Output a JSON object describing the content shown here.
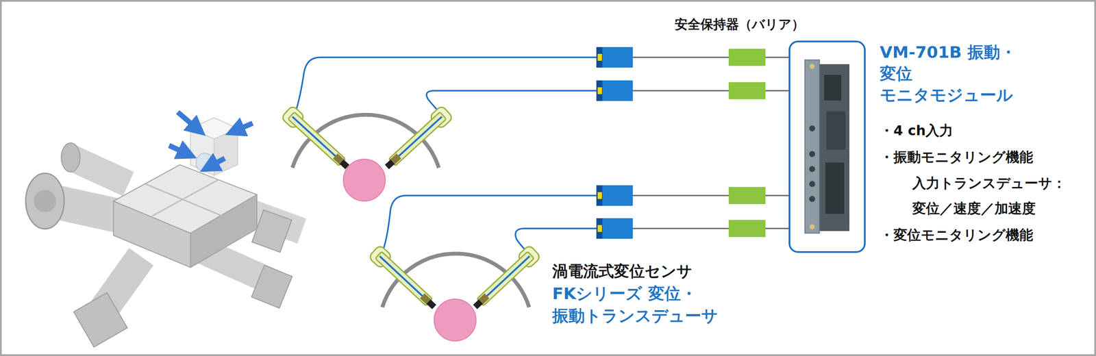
{
  "diagram": {
    "nodes": [
      {
        "text": [
          "VM-701B 振動・変位 モニタモジュール"
        ]
      }
    ],
    "labels": [
      "安全保持器（バリア）",
      "・4 ch入力",
      "・振動モニタリング機能",
      "入力トランスデューサ：",
      "変位／速度／加速度",
      "・変位モニタリング機能",
      "渦電流式変位センサ",
      "FKシリーズ 変位・振動トランスデューサ"
    ]
  }
}
